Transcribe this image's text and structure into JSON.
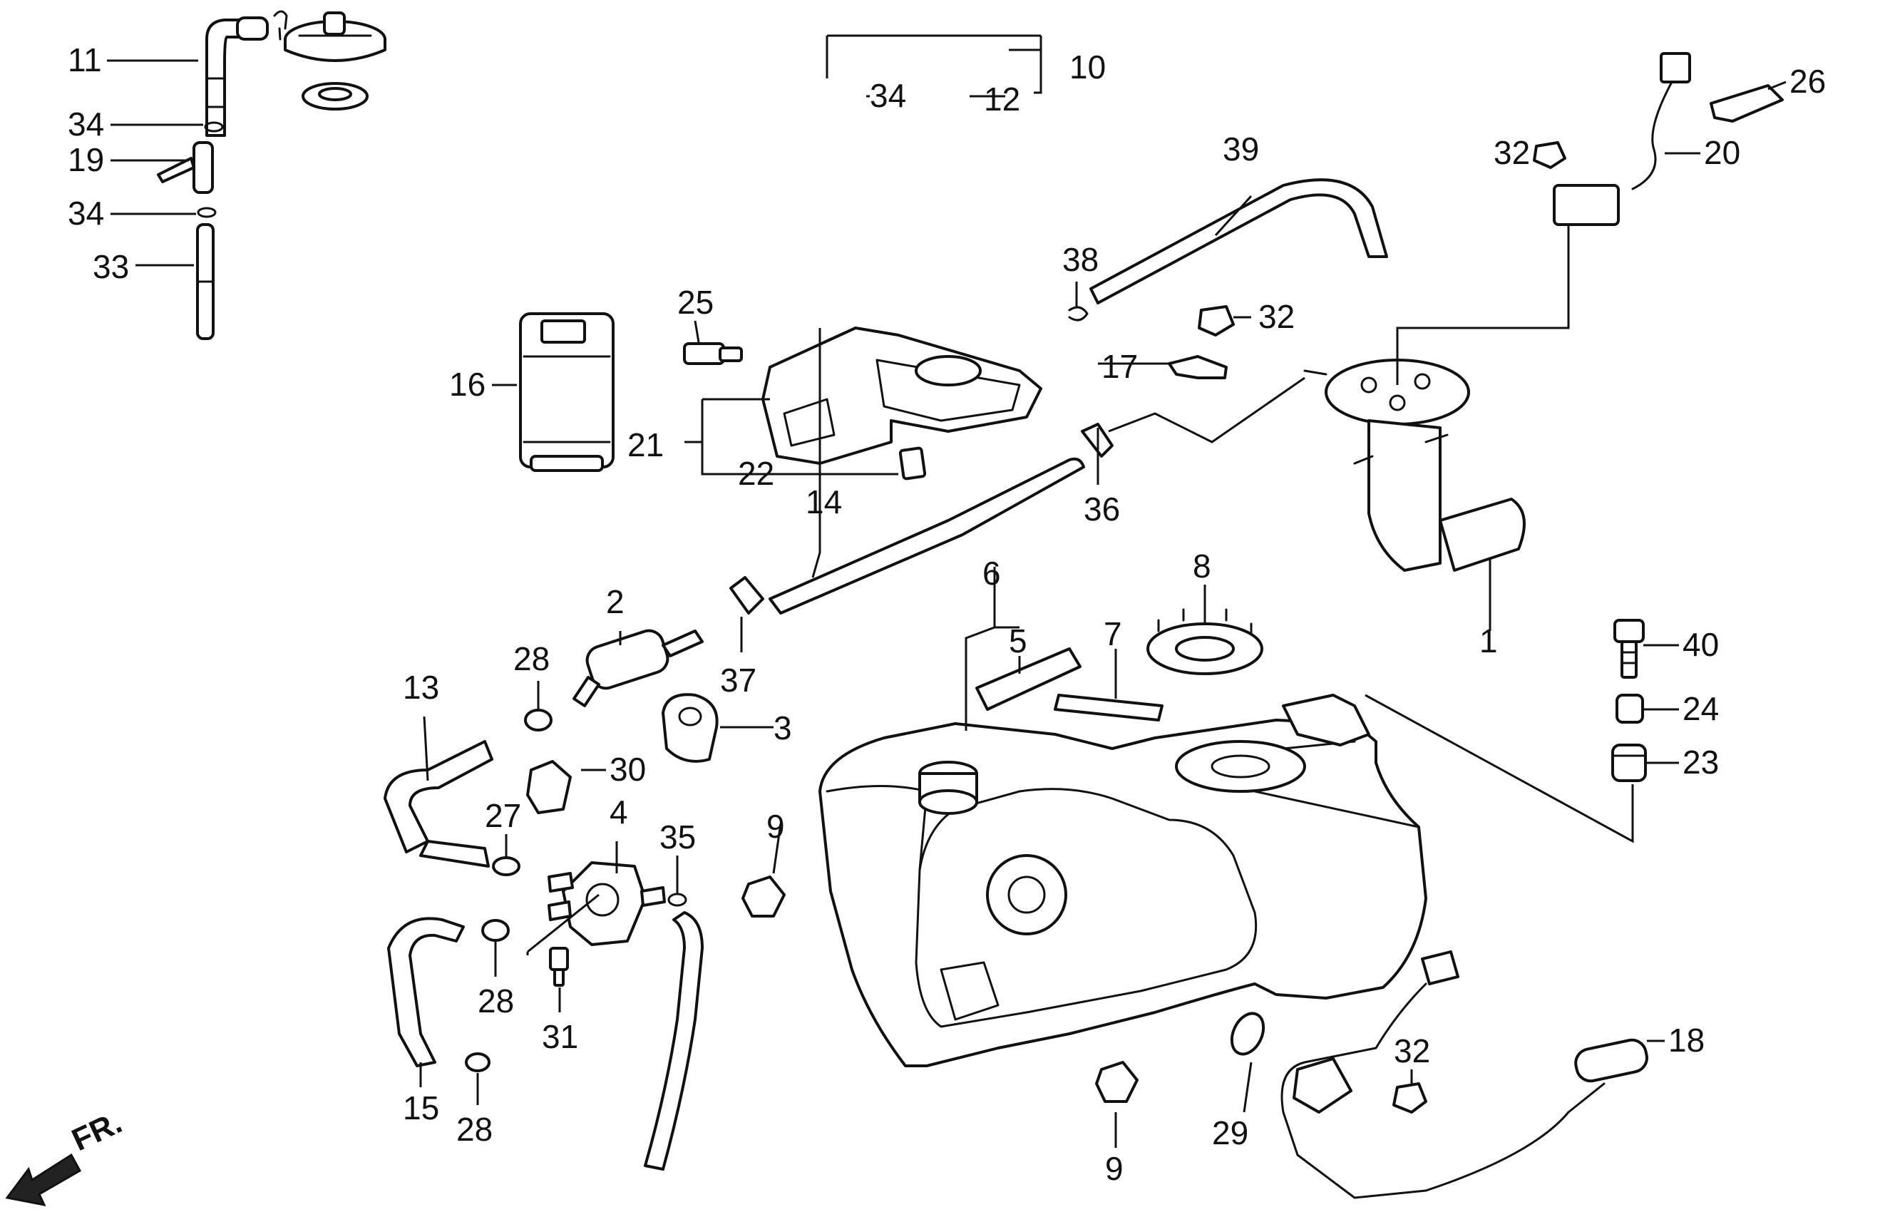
{
  "diagram": {
    "direction_marker": "FR.",
    "callouts": [
      {
        "id": "c1",
        "label": "1"
      },
      {
        "id": "c2",
        "label": "2"
      },
      {
        "id": "c3",
        "label": "3"
      },
      {
        "id": "c4",
        "label": "4"
      },
      {
        "id": "c5",
        "label": "5"
      },
      {
        "id": "c6",
        "label": "6"
      },
      {
        "id": "c7",
        "label": "7"
      },
      {
        "id": "c8",
        "label": "8"
      },
      {
        "id": "c9a",
        "label": "9"
      },
      {
        "id": "c9b",
        "label": "9"
      },
      {
        "id": "c10",
        "label": "10"
      },
      {
        "id": "c11",
        "label": "11"
      },
      {
        "id": "c12",
        "label": "12"
      },
      {
        "id": "c13",
        "label": "13"
      },
      {
        "id": "c14",
        "label": "14"
      },
      {
        "id": "c15",
        "label": "15"
      },
      {
        "id": "c16",
        "label": "16"
      },
      {
        "id": "c17",
        "label": "17"
      },
      {
        "id": "c18",
        "label": "18"
      },
      {
        "id": "c19",
        "label": "19"
      },
      {
        "id": "c20",
        "label": "20"
      },
      {
        "id": "c21",
        "label": "21"
      },
      {
        "id": "c22",
        "label": "22"
      },
      {
        "id": "c23",
        "label": "23"
      },
      {
        "id": "c24",
        "label": "24"
      },
      {
        "id": "c25",
        "label": "25"
      },
      {
        "id": "c26",
        "label": "26"
      },
      {
        "id": "c27",
        "label": "27"
      },
      {
        "id": "c28a",
        "label": "28"
      },
      {
        "id": "c28b",
        "label": "28"
      },
      {
        "id": "c28c",
        "label": "28"
      },
      {
        "id": "c29",
        "label": "29"
      },
      {
        "id": "c30",
        "label": "30"
      },
      {
        "id": "c31",
        "label": "31"
      },
      {
        "id": "c32a",
        "label": "32"
      },
      {
        "id": "c32b",
        "label": "32"
      },
      {
        "id": "c32c",
        "label": "32"
      },
      {
        "id": "c33",
        "label": "33"
      },
      {
        "id": "c34a",
        "label": "34"
      },
      {
        "id": "c34b",
        "label": "34"
      },
      {
        "id": "c34c",
        "label": "34"
      },
      {
        "id": "c35",
        "label": "35"
      },
      {
        "id": "c36",
        "label": "36"
      },
      {
        "id": "c37",
        "label": "37"
      },
      {
        "id": "c38",
        "label": "38"
      },
      {
        "id": "c39",
        "label": "39"
      },
      {
        "id": "c40",
        "label": "40"
      }
    ]
  }
}
